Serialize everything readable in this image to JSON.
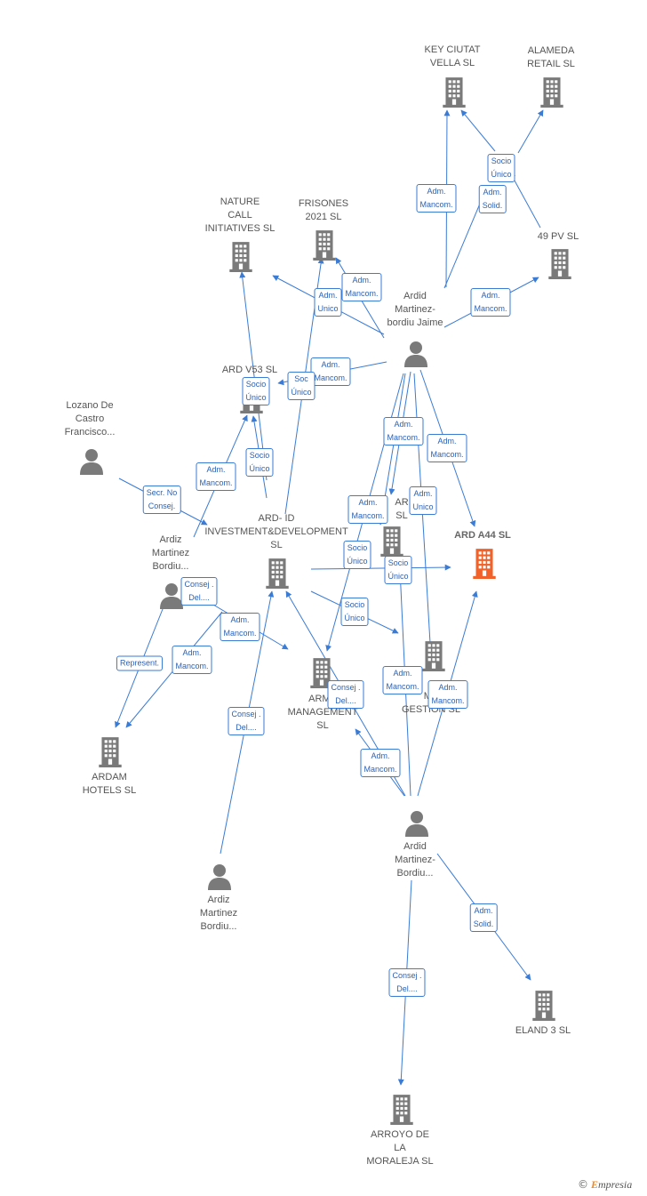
{
  "colors": {
    "edge": "#3a7bd5",
    "building": "#7a7a7a",
    "building_highlight": "#f0622a",
    "person": "#7a7a7a"
  },
  "nodes": {
    "key_ciutat": {
      "label": "KEY CIUTAT\nVELLA  SL",
      "icon": "building-icon"
    },
    "alameda": {
      "label": "ALAMEDA\nRETAIL  SL",
      "icon": "building-icon"
    },
    "nature": {
      "label": "NATURE\nCALL\nINITIATIVES  SL",
      "icon": "building-icon"
    },
    "frisones": {
      "label": "FRISONES\n2021  SL",
      "icon": "building-icon"
    },
    "pv49": {
      "label": "49 PV SL",
      "icon": "building-icon"
    },
    "jaime": {
      "label": "Ardid\nMartinez-\nbordiu Jaime",
      "icon": "person-icon"
    },
    "ardv53": {
      "label": "ARD V53  SL",
      "icon": "building-icon"
    },
    "lozano": {
      "label": "Lozano De\nCastro\nFrancisco...",
      "icon": "person-icon"
    },
    "ardid_inv": {
      "label": "ARD- ID\nINVESTMENT&DEVELOPMENT\nSL",
      "icon": "building-icon"
    },
    "ard_mid": {
      "label": "AR\nSL",
      "icon": "building-icon"
    },
    "ard_a44": {
      "label": "ARD A44  SL",
      "icon": "building-icon"
    },
    "ardiz1": {
      "label": "Ardiz\nMartinez\nBordiu...",
      "icon": "person-icon"
    },
    "arma": {
      "label": "ARMA\nMANAGEMENT\nSL",
      "icon": "building-icon"
    },
    "gestion": {
      "label": "MA\nGESTION  SL",
      "icon": "building-icon"
    },
    "ardam": {
      "label": "ARDAM\nHOTELS  SL",
      "icon": "building-icon"
    },
    "ardid2": {
      "label": "Ardid\nMartinez-\nBordiu...",
      "icon": "person-icon"
    },
    "ardiz2": {
      "label": "Ardiz\nMartinez\nBordiu...",
      "icon": "person-icon"
    },
    "eland": {
      "label": "ELAND 3 SL",
      "icon": "building-icon"
    },
    "arroyo": {
      "label": "ARROYO DE\nLA\nMORALEJA SL",
      "icon": "building-icon"
    }
  },
  "edge_labels": {
    "e1": "Socio\nÚnico",
    "e2": "Adm.\nMancom.",
    "e3": "Adm.\nSolid.",
    "e4": "Adm.\nMancom.",
    "e5": "Adm.\nUnico",
    "e6": "Adm.\nMancom.",
    "e7": "Adm.\nMancom.",
    "e8": "Soc\nÚnico",
    "e9": "Socio\nÚnico",
    "e10": "Adm.\nMancom.",
    "e11": "Adm.\nMancom.",
    "e12": "Adm.\nMancom.",
    "e13": "Socio\nÚnico",
    "e14": "Secr.  No\nConsej.",
    "e15": "Adm.\nMancom.",
    "e16": "Adm.\nUnico",
    "e17": "Socio\nÚnico",
    "e18": "Socio\nÚnico",
    "e19": "Consej .\nDel....",
    "e20": "Adm.\nMancom.",
    "e21": "Socio\nÚnico",
    "e22": "Represent.",
    "e23": "Adm.\nMancom.",
    "e24": "Consej .\nDel....",
    "e25": "Adm.\nMancom.",
    "e26": "Adm.\nMancom.",
    "e27": "Consej .\nDel....",
    "e28": "Adm.\nMancom.",
    "e29": "Adm.\nSolid.",
    "e30": "Consej .\nDel...."
  },
  "brand": {
    "symbol": "©",
    "initial": "E",
    "rest": "mpresia"
  }
}
